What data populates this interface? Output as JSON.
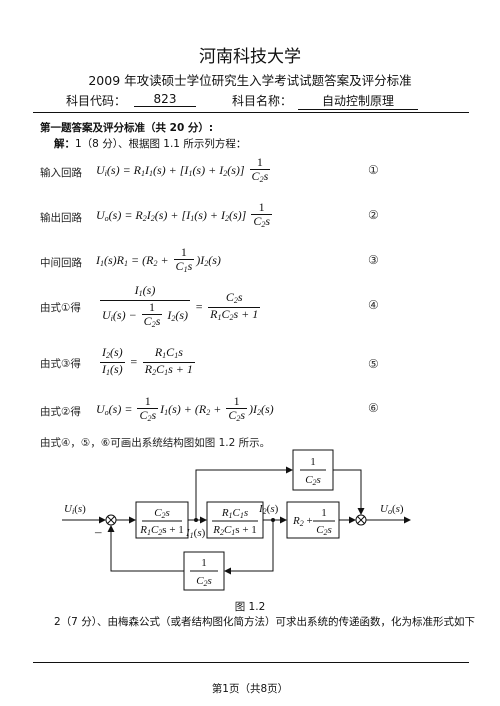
{
  "header": {
    "university": "河南科技大学",
    "subtitle": "2009 年攻读硕士学位研究生入学考试试题答案及评分标准",
    "code_label": "科目代码：",
    "code_value": "823",
    "name_label": "科目名称：",
    "name_value": "自动控制原理"
  },
  "section": {
    "title": "第一题答案及评分标准（共 20 分）:",
    "intro_label": "解：",
    "intro_text": "1（8 分）、根据图 1.1 所示列方程：",
    "intro_bold": "8 分"
  },
  "equations": [
    {
      "label": "输入回路",
      "number": "①"
    },
    {
      "label": "输出回路",
      "number": "②"
    },
    {
      "label": "中间回路",
      "number": "③"
    },
    {
      "label": "由式①得",
      "number": "④"
    },
    {
      "label": "由式③得",
      "number": "⑤"
    },
    {
      "label": "由式②得",
      "number": "⑥"
    }
  ],
  "conclusion": "由式④，⑤，⑥可画出系统结构图如图 1.2 所示。",
  "diagram": {
    "input": "U_i(s)",
    "output": "U_o(s)",
    "minus": "–",
    "i1": "I_1(s)",
    "i2": "I_2(s)"
  },
  "caption": "图 1.2",
  "part2": "2（7 分）、由梅森公式（或者结构图化简方法）可求出系统的传递函数，化为标准形式如下",
  "footer": "第1页（共8页）"
}
